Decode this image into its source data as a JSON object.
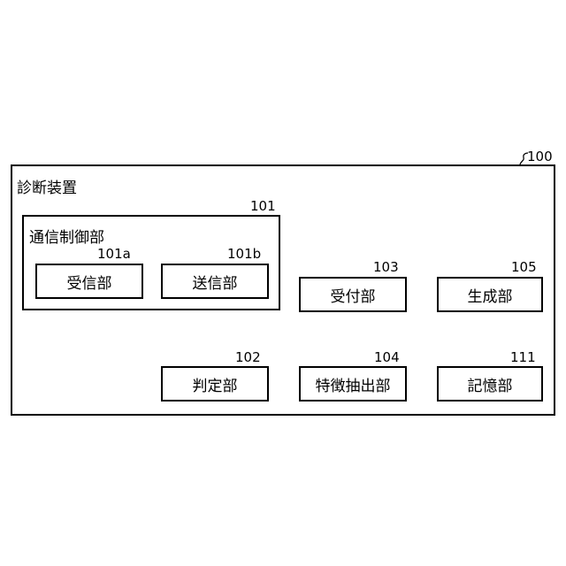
{
  "device": {
    "label": "診断装置",
    "ref": "100"
  },
  "comm_control": {
    "label": "通信制御部",
    "ref": "101"
  },
  "receiver": {
    "label": "受信部",
    "ref": "101a"
  },
  "transmitter": {
    "label": "送信部",
    "ref": "101b"
  },
  "acceptance": {
    "label": "受付部",
    "ref": "103"
  },
  "generation": {
    "label": "生成部",
    "ref": "105"
  },
  "judgment": {
    "label": "判定部",
    "ref": "102"
  },
  "feature_extraction": {
    "label": "特徴抽出部",
    "ref": "104"
  },
  "storage": {
    "label": "記憶部",
    "ref": "111"
  }
}
